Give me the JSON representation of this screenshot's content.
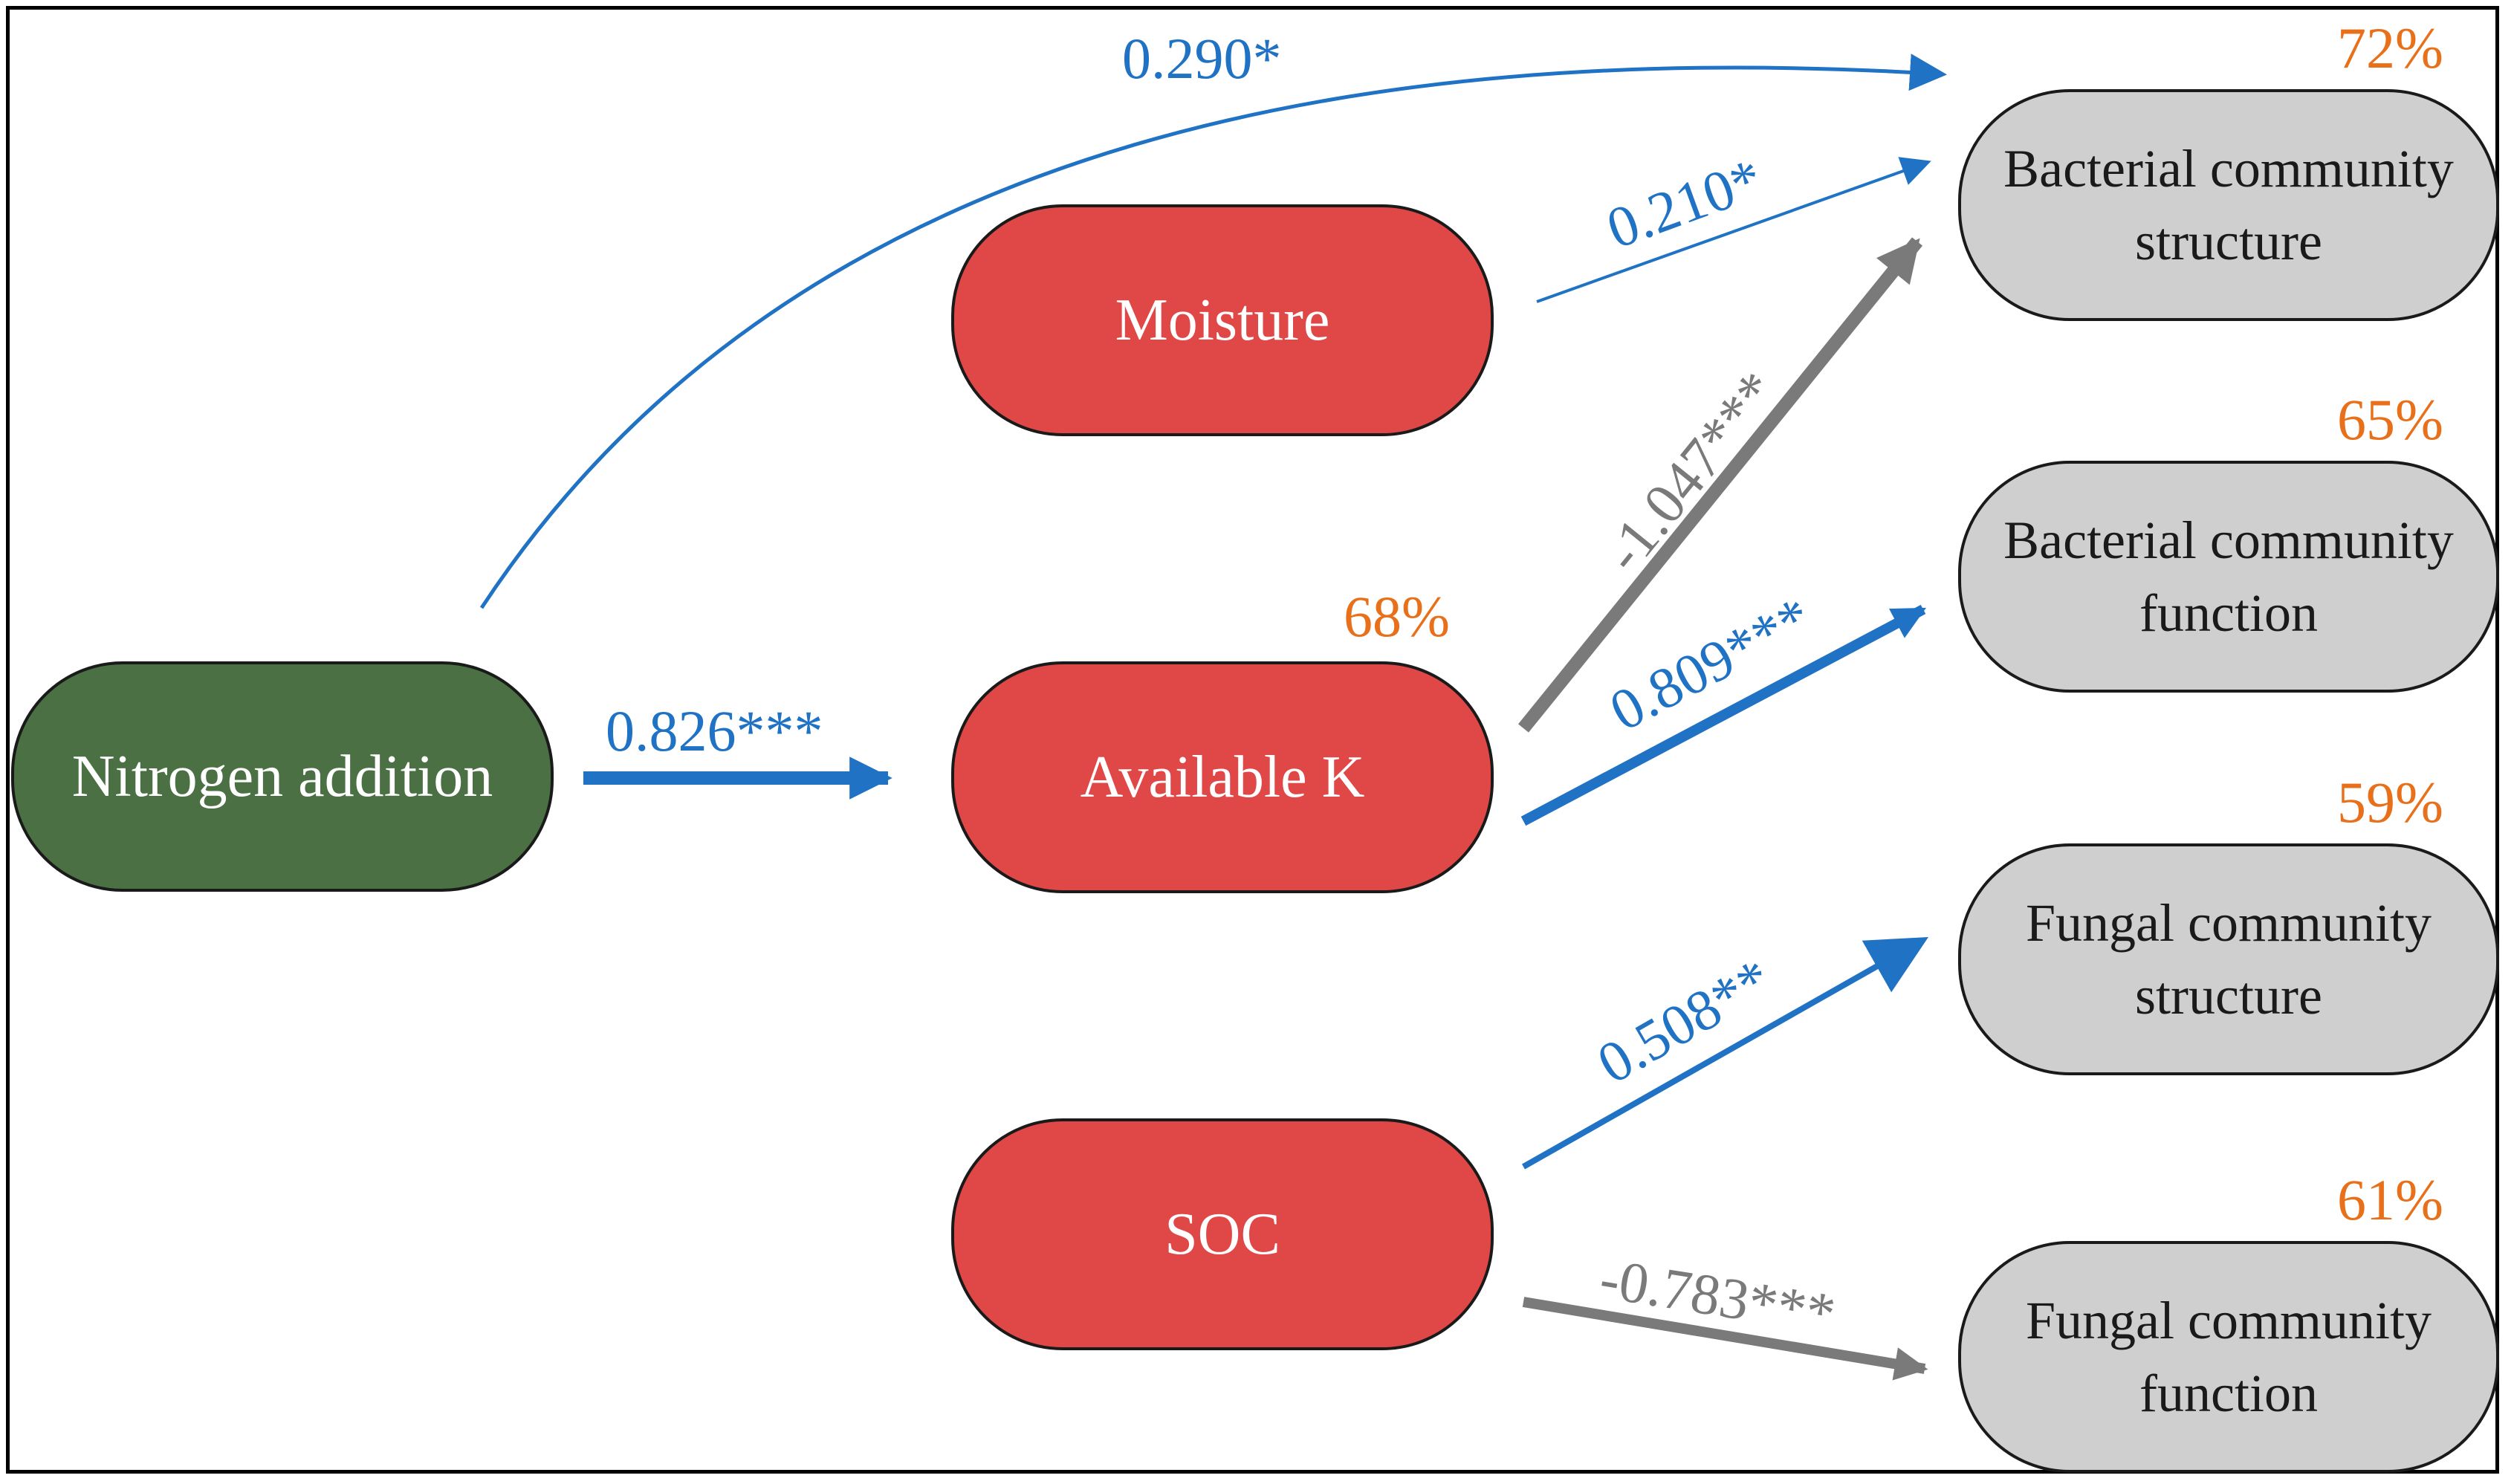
{
  "colors": {
    "positive": "#1f72c4",
    "negative": "#7a7a7a",
    "driver_fill": "#4a7043",
    "soil_fill": "#e04848",
    "community_fill": "#cfcfcf",
    "r2_text": "#e8701a"
  },
  "nodes": {
    "nitrogen": {
      "label": "Nitrogen addition"
    },
    "moisture": {
      "label": "Moisture"
    },
    "available_k": {
      "label": "Available K",
      "r2": "68%"
    },
    "soc": {
      "label": "SOC"
    },
    "bact_structure": {
      "line1": "Bacterial community",
      "line2": "structure",
      "r2": "72%"
    },
    "bact_function": {
      "line1": "Bacterial community",
      "line2": "function",
      "r2": "65%"
    },
    "fungal_structure": {
      "line1": "Fungal community",
      "line2": "structure",
      "r2": "59%"
    },
    "fungal_function": {
      "line1": "Fungal community",
      "line2": "function",
      "r2": "61%"
    }
  },
  "edges": {
    "nitrogen_to_bact_structure": {
      "label": "0.290*",
      "sign": "positive"
    },
    "moisture_to_bact_structure": {
      "label": "0.210*",
      "sign": "positive"
    },
    "nitrogen_to_available_k": {
      "label": "0.826***",
      "sign": "positive"
    },
    "available_k_to_bact_structure": {
      "label": "-1.047***",
      "sign": "negative"
    },
    "available_k_to_bact_function": {
      "label": "0.809***",
      "sign": "positive"
    },
    "soc_to_fungal_structure": {
      "label": "0.508**",
      "sign": "positive"
    },
    "soc_to_fungal_function": {
      "label": "-0.783***",
      "sign": "negative"
    }
  }
}
